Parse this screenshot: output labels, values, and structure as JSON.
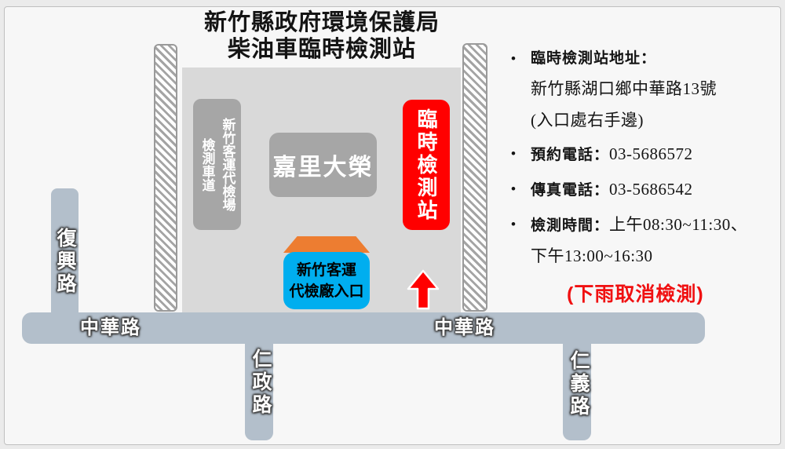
{
  "title": {
    "line1": "新竹縣政府環境保護局",
    "line2": "柴油車臨時檢測站"
  },
  "map": {
    "lane_box": {
      "column1": "新竹客運代檢場",
      "column2": "檢測車道"
    },
    "kerry_box": "嘉里大榮",
    "station_box": "臨時檢測站",
    "entrance_box": {
      "line1": "新竹客運",
      "line2": "代檢廠入口"
    },
    "roads": {
      "zhonghua_left": "中華路",
      "zhonghua_right": "中華路",
      "fuxing": "復興路",
      "renzheng": "仁政路",
      "renyi": "仁義路"
    },
    "icons": {
      "arrow": "up-arrow"
    }
  },
  "info": {
    "bullet": "•",
    "items": [
      {
        "label": "臨時檢測站地址：",
        "lines": [
          "新竹縣湖口鄉中華路13號",
          "(入口處右手邊)"
        ]
      },
      {
        "label": "預約電話：",
        "value": "03-5686572"
      },
      {
        "label": "傳真電話：",
        "value": "03-5686542"
      },
      {
        "label": "檢測時間：",
        "value": "上午08:30~11:30、",
        "lines": [
          "下午13:00~16:30"
        ]
      }
    ],
    "note": "(下雨取消檢測)"
  },
  "colors": {
    "red": "#ff0000",
    "orange": "#ed7d31",
    "blue": "#00aeef",
    "box_gray": "#a6a6a6",
    "area_gray": "#d9d9d9",
    "road": "#b3bfcb"
  }
}
